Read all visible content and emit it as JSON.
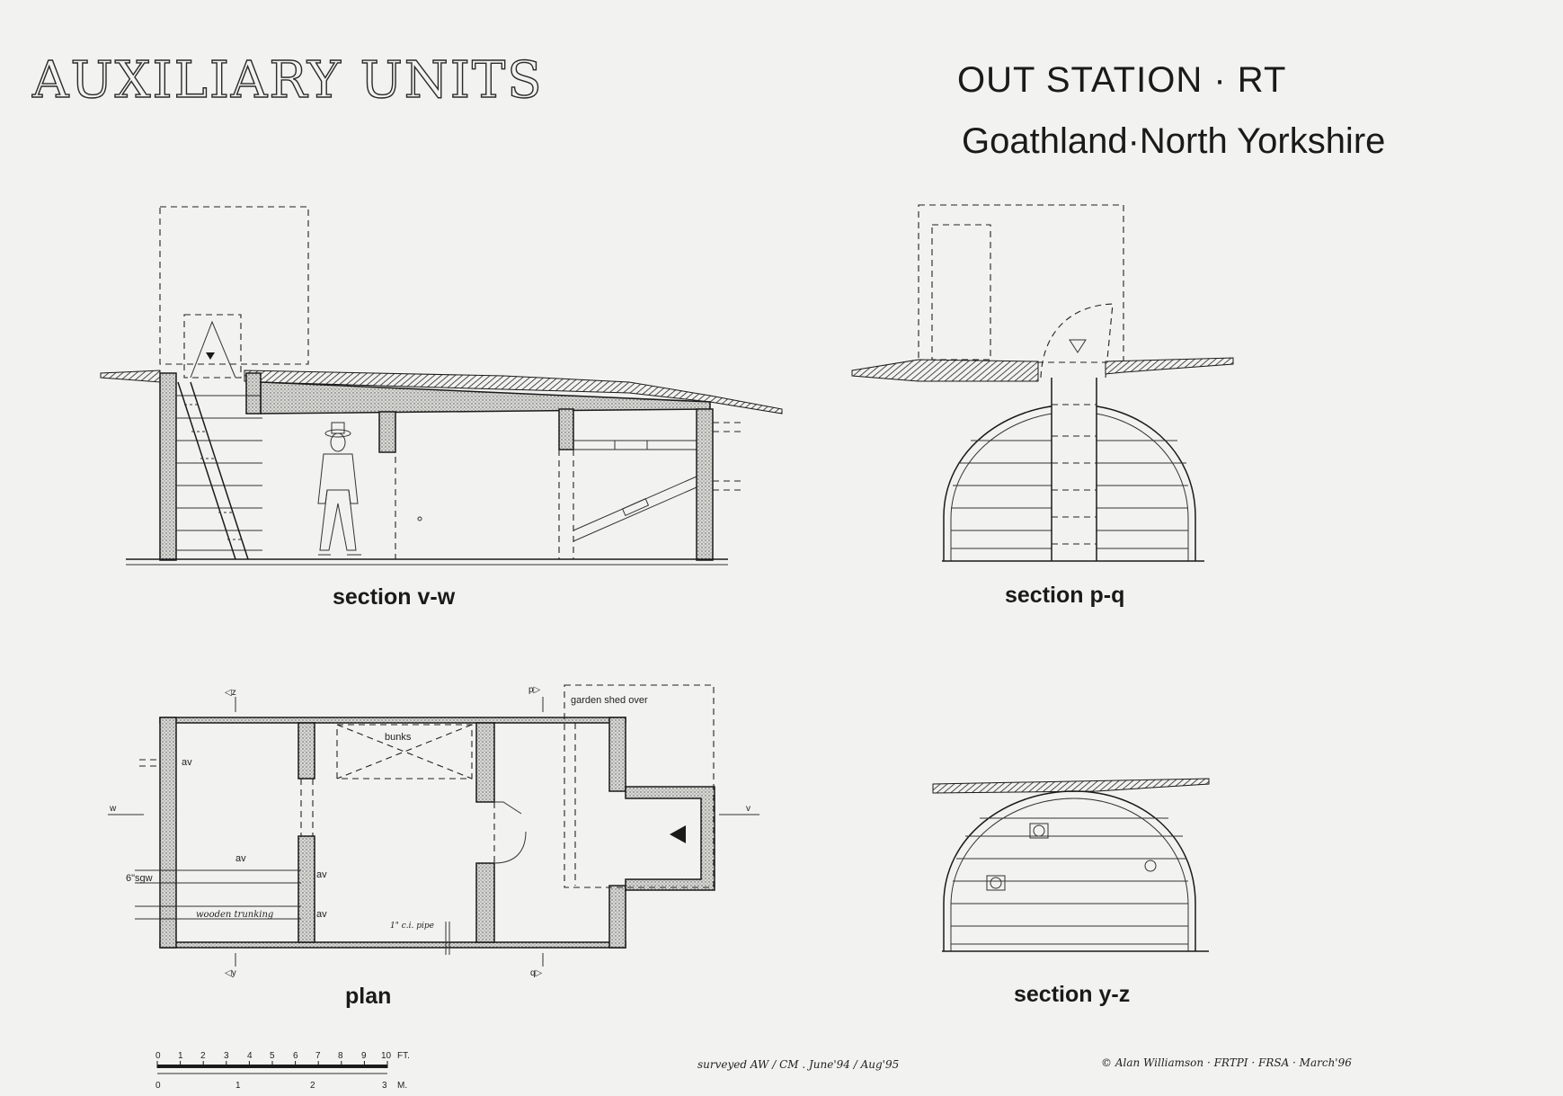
{
  "header": {
    "main_title": "AUXILIARY UNITS",
    "station": "OUT STATION · RT",
    "location": "Goathland·North Yorkshire"
  },
  "captions": {
    "section_vw": "section v-w",
    "section_pq": "section p-q",
    "plan": "plan",
    "section_yz": "section y-z"
  },
  "plan_labels": {
    "marker_z": "◁z",
    "marker_y": "◁y",
    "marker_p": "p▷",
    "marker_q": "q▷",
    "marker_w": "w",
    "marker_v": "v",
    "garden_shed": "garden shed over",
    "bunks": "bunks",
    "av": "av",
    "sgw": "6\"sgw",
    "wooden_trunking": "wooden trunking",
    "ci_pipe": "1\" c.i. pipe"
  },
  "scale_bar": {
    "feet_ticks": [
      "0",
      "1",
      "2",
      "3",
      "4",
      "5",
      "6",
      "7",
      "8",
      "9",
      "10"
    ],
    "feet_unit": "FT.",
    "metre_ticks": [
      "0",
      "1",
      "2",
      "3"
    ],
    "metre_unit": "M."
  },
  "footer": {
    "surveyed": "surveyed   AW / CM . June'94 / Aug'95",
    "copyright": "©  Alan Williamson · FRTPI · FRSA · March'96"
  }
}
